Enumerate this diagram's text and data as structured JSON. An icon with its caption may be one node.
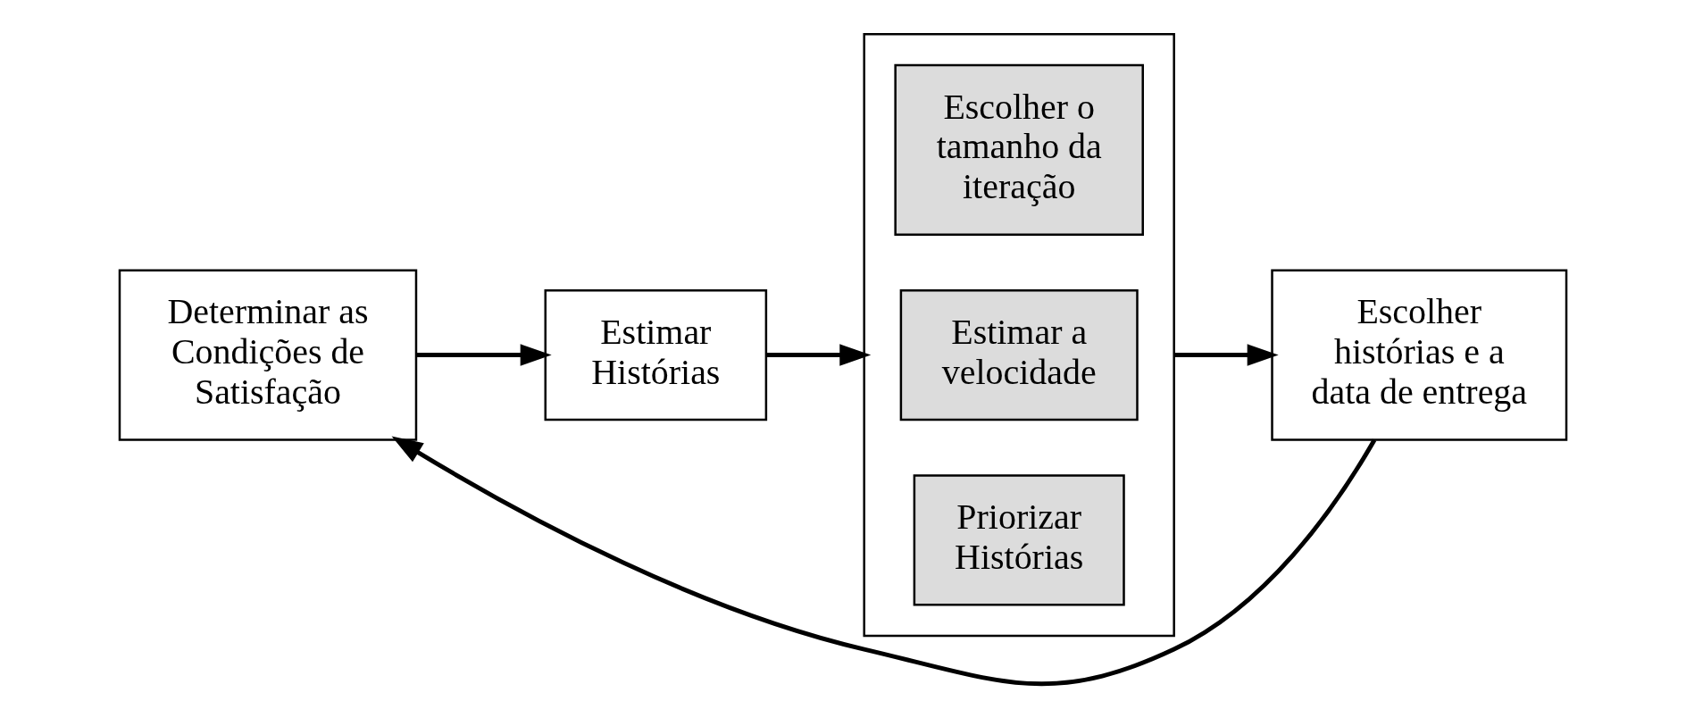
{
  "diagram": {
    "nodes": [
      {
        "text": [
          "Determinar as Condições de Satisfação"
        ]
      },
      {
        "text": [
          "Estimar Histórias"
        ]
      },
      {
        "text": [],
        "shape": "box"
      },
      {
        "text": [
          "Escolher o tamanho da iteração"
        ],
        "in": 2
      },
      {
        "text": [
          "Estimar a velocidade"
        ],
        "in": 2
      },
      {
        "text": [
          "Priorizar Histórias"
        ],
        "in": 2
      },
      {
        "text": [
          "Escolher histórias e a data de entrega"
        ]
      }
    ],
    "edges": [
      {
        "from": 0,
        "to": 1,
        "arrow": "to"
      },
      {
        "from": 1,
        "to": 2,
        "arrow": "to"
      },
      {
        "from": 2,
        "to": 6,
        "arrow": "to"
      },
      {
        "from": 6,
        "to": 0,
        "arrow": "to"
      }
    ]
  }
}
